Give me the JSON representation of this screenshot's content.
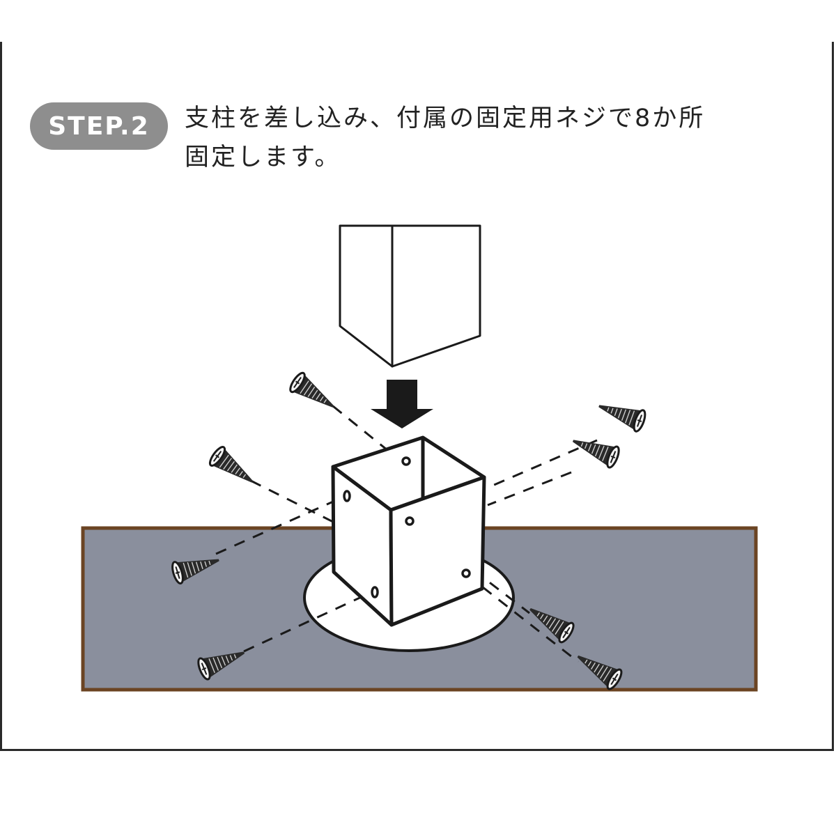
{
  "step": {
    "label": "STEP.2",
    "badge_color": "#8e8e8e"
  },
  "instruction": {
    "line1": "支柱を差し込み、付属の固定用ネジで8か所",
    "line2": "固定します。"
  },
  "illustration": {
    "description": "Post being inserted into a square metal post base, fixed with 8 screws",
    "screw_count": 8,
    "ground_color": "#8a8f9d",
    "ground_border_color": "#6b4423",
    "line_color": "#1a1a1a"
  }
}
